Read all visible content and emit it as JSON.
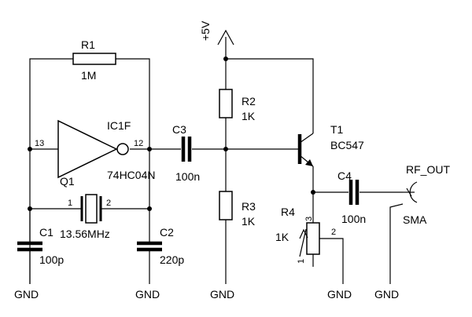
{
  "rails": {
    "supply": "+5V",
    "ground": "GND"
  },
  "components": {
    "r1": {
      "ref": "R1",
      "value": "1M"
    },
    "ic1f": {
      "ref": "IC1F",
      "part": "74HC04N",
      "pin_in": "13",
      "pin_out": "12"
    },
    "q1": {
      "ref": "Q1",
      "value": "13.56MHz",
      "pin_1": "1",
      "pin_2": "2"
    },
    "c1": {
      "ref": "C1",
      "value": "100p"
    },
    "c2": {
      "ref": "C2",
      "value": "220p"
    },
    "c3": {
      "ref": "C3",
      "value": "100n"
    },
    "r2": {
      "ref": "R2",
      "value": "1K"
    },
    "r3": {
      "ref": "R3",
      "value": "1K"
    },
    "t1": {
      "ref": "T1",
      "part": "BC547"
    },
    "r4": {
      "ref": "R4",
      "value": "1K",
      "pin_1": "1",
      "pin_2": "2",
      "pin_3": "3"
    },
    "c4": {
      "ref": "C4",
      "value": "100n"
    },
    "connector": {
      "name": "RF_OUT",
      "type": "SMA"
    }
  }
}
